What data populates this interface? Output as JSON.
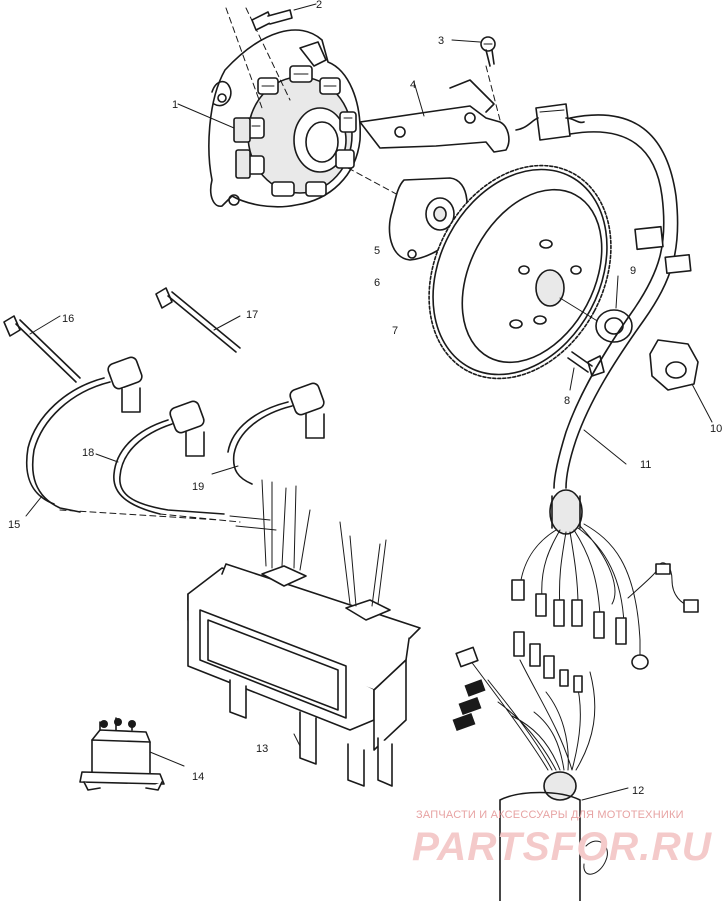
{
  "callouts": {
    "c1": "1",
    "c2": "2",
    "c3": "3",
    "c4": "4",
    "c5": "5",
    "c6": "6",
    "c7": "7",
    "c8": "8",
    "c9": "9",
    "c10": "10",
    "c11": "11",
    "c12": "12",
    "c13": "13",
    "c14": "14",
    "c15": "15",
    "c16": "16",
    "c17": "17",
    "c18": "18",
    "c19": "19"
  },
  "watermark": {
    "tagline": "ЗАПЧАСТИ И АКСЕССУАРЫ ДЛЯ МОТОТЕХНИКИ",
    "brand": "PARTSFOR.RU"
  }
}
